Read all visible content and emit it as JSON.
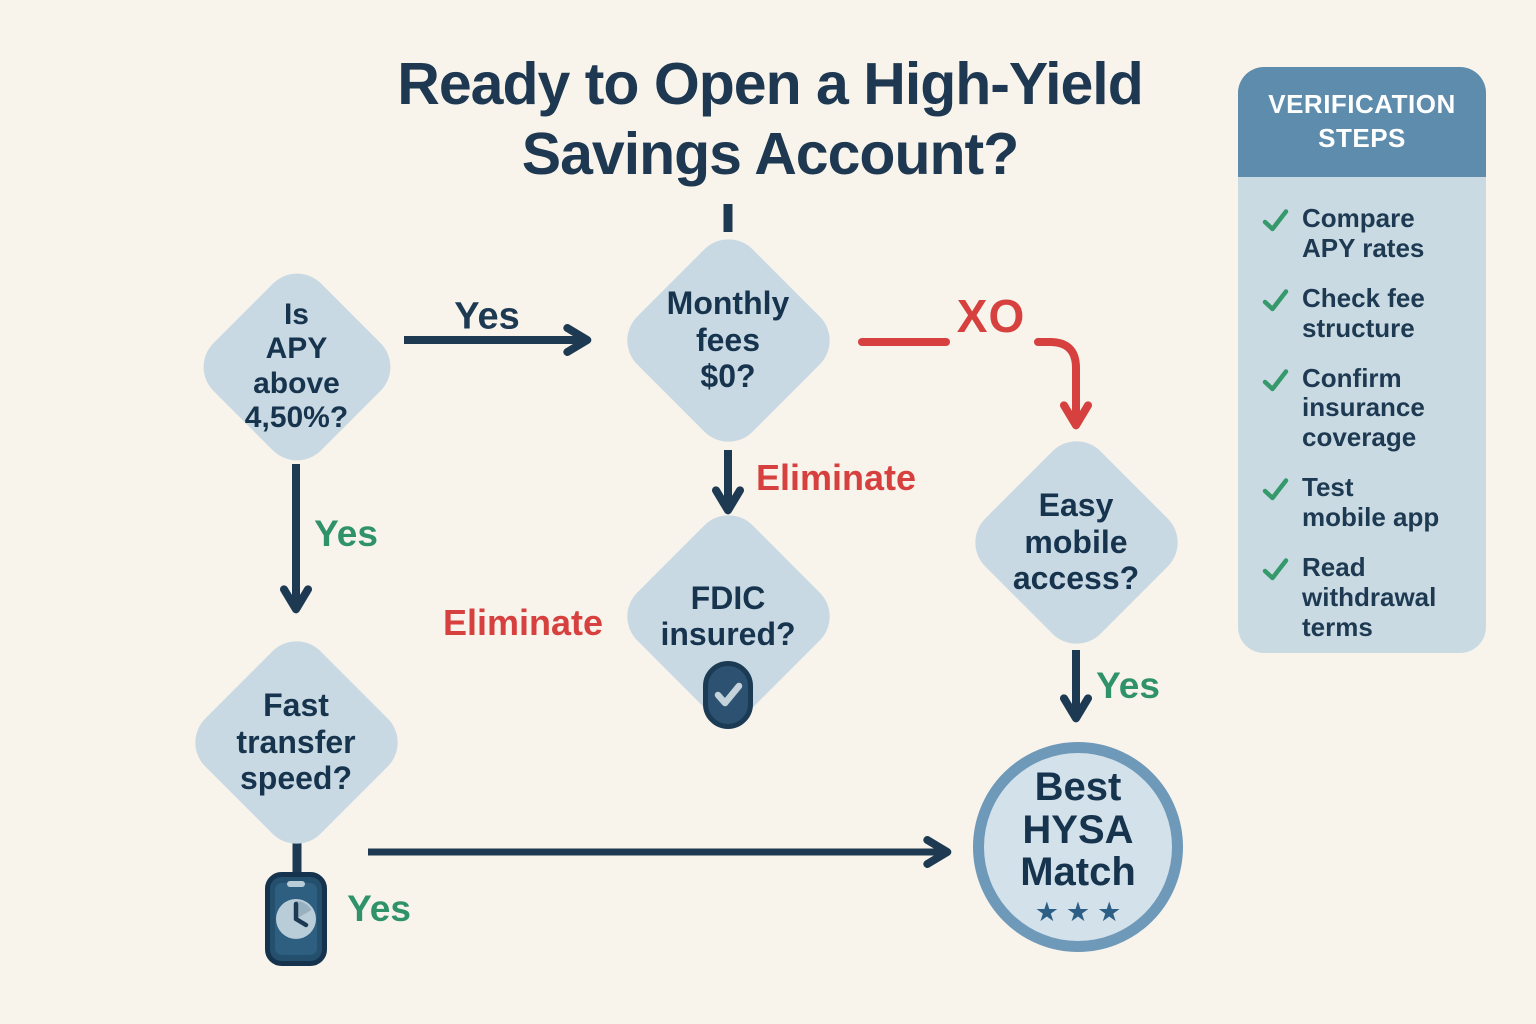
{
  "title": "Ready to Open a High-Yield\nSavings Account?",
  "nodes": {
    "apy": {
      "label": "Is\nAPY\nabove\n4,50%?"
    },
    "monthly": {
      "label": "Monthly\nfees\n$0?"
    },
    "fdic": {
      "label": "FDIC\ninsured?"
    },
    "fast": {
      "label": "Fast\ntransfer\nspeed?"
    },
    "easy": {
      "label": "Easy\nmobile\naccess?"
    },
    "match": {
      "label": "Best\nHYSA\nMatch",
      "stars": "★★★"
    }
  },
  "edge_labels": {
    "yes_apy_to_monthly": "Yes",
    "yes_apy_to_fast": "Yes",
    "no_monthly": "XO",
    "eliminate_monthly": "Eliminate",
    "eliminate_fdic": "Eliminate",
    "yes_easy_to_match": "Yes",
    "yes_fast_to_match": "Yes"
  },
  "panel": {
    "header": "VERIFICATION\nSTEPS",
    "items": [
      "Compare\nAPY rates",
      "Check fee\nstructure",
      "Confirm\ninsurance\ncoverage",
      "Test\nmobile app",
      "Read\nwithdrawal\nterms"
    ]
  },
  "icons": {
    "fdic_badge": "check-badge-icon",
    "fast_phone": "phone-clock-icon",
    "checklist_mark": "check-icon"
  },
  "colors": {
    "background": "#f8f4ec",
    "navy": "#1d3a52",
    "red": "#d6403e",
    "green": "#2f9268",
    "diamond_fill": "#c9d9e3",
    "panel_header_bg": "#5d8cad",
    "panel_body_bg": "#cadae3",
    "circle_border": "#6f99b9",
    "circle_fill": "#d3e1ea"
  }
}
